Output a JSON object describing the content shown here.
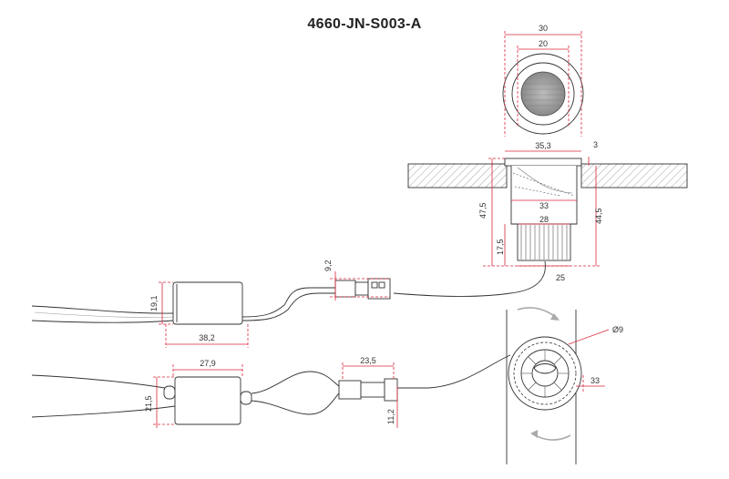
{
  "title": "4660-JN-S003-A",
  "dimensions": {
    "top_outer": "30",
    "top_inner": "20",
    "flange_width": "35,3",
    "flange_thickness": "3",
    "body_width": "33",
    "body_bottom": "28",
    "total_height": "47,5",
    "depth": "44,5",
    "heatsink_height": "17,5",
    "heatsink_width": "25",
    "connector_height": "9,2",
    "driver1_height": "19,1",
    "driver1_width": "38,2",
    "driver2_width": "27,9",
    "driver2_height": "21,5",
    "connector2_length": "23,5",
    "connector2_height": "11,2",
    "hole_dia": "Ø9",
    "side_width": "33"
  },
  "colors": {
    "dimension": "#d9263a",
    "line": "#333333"
  }
}
